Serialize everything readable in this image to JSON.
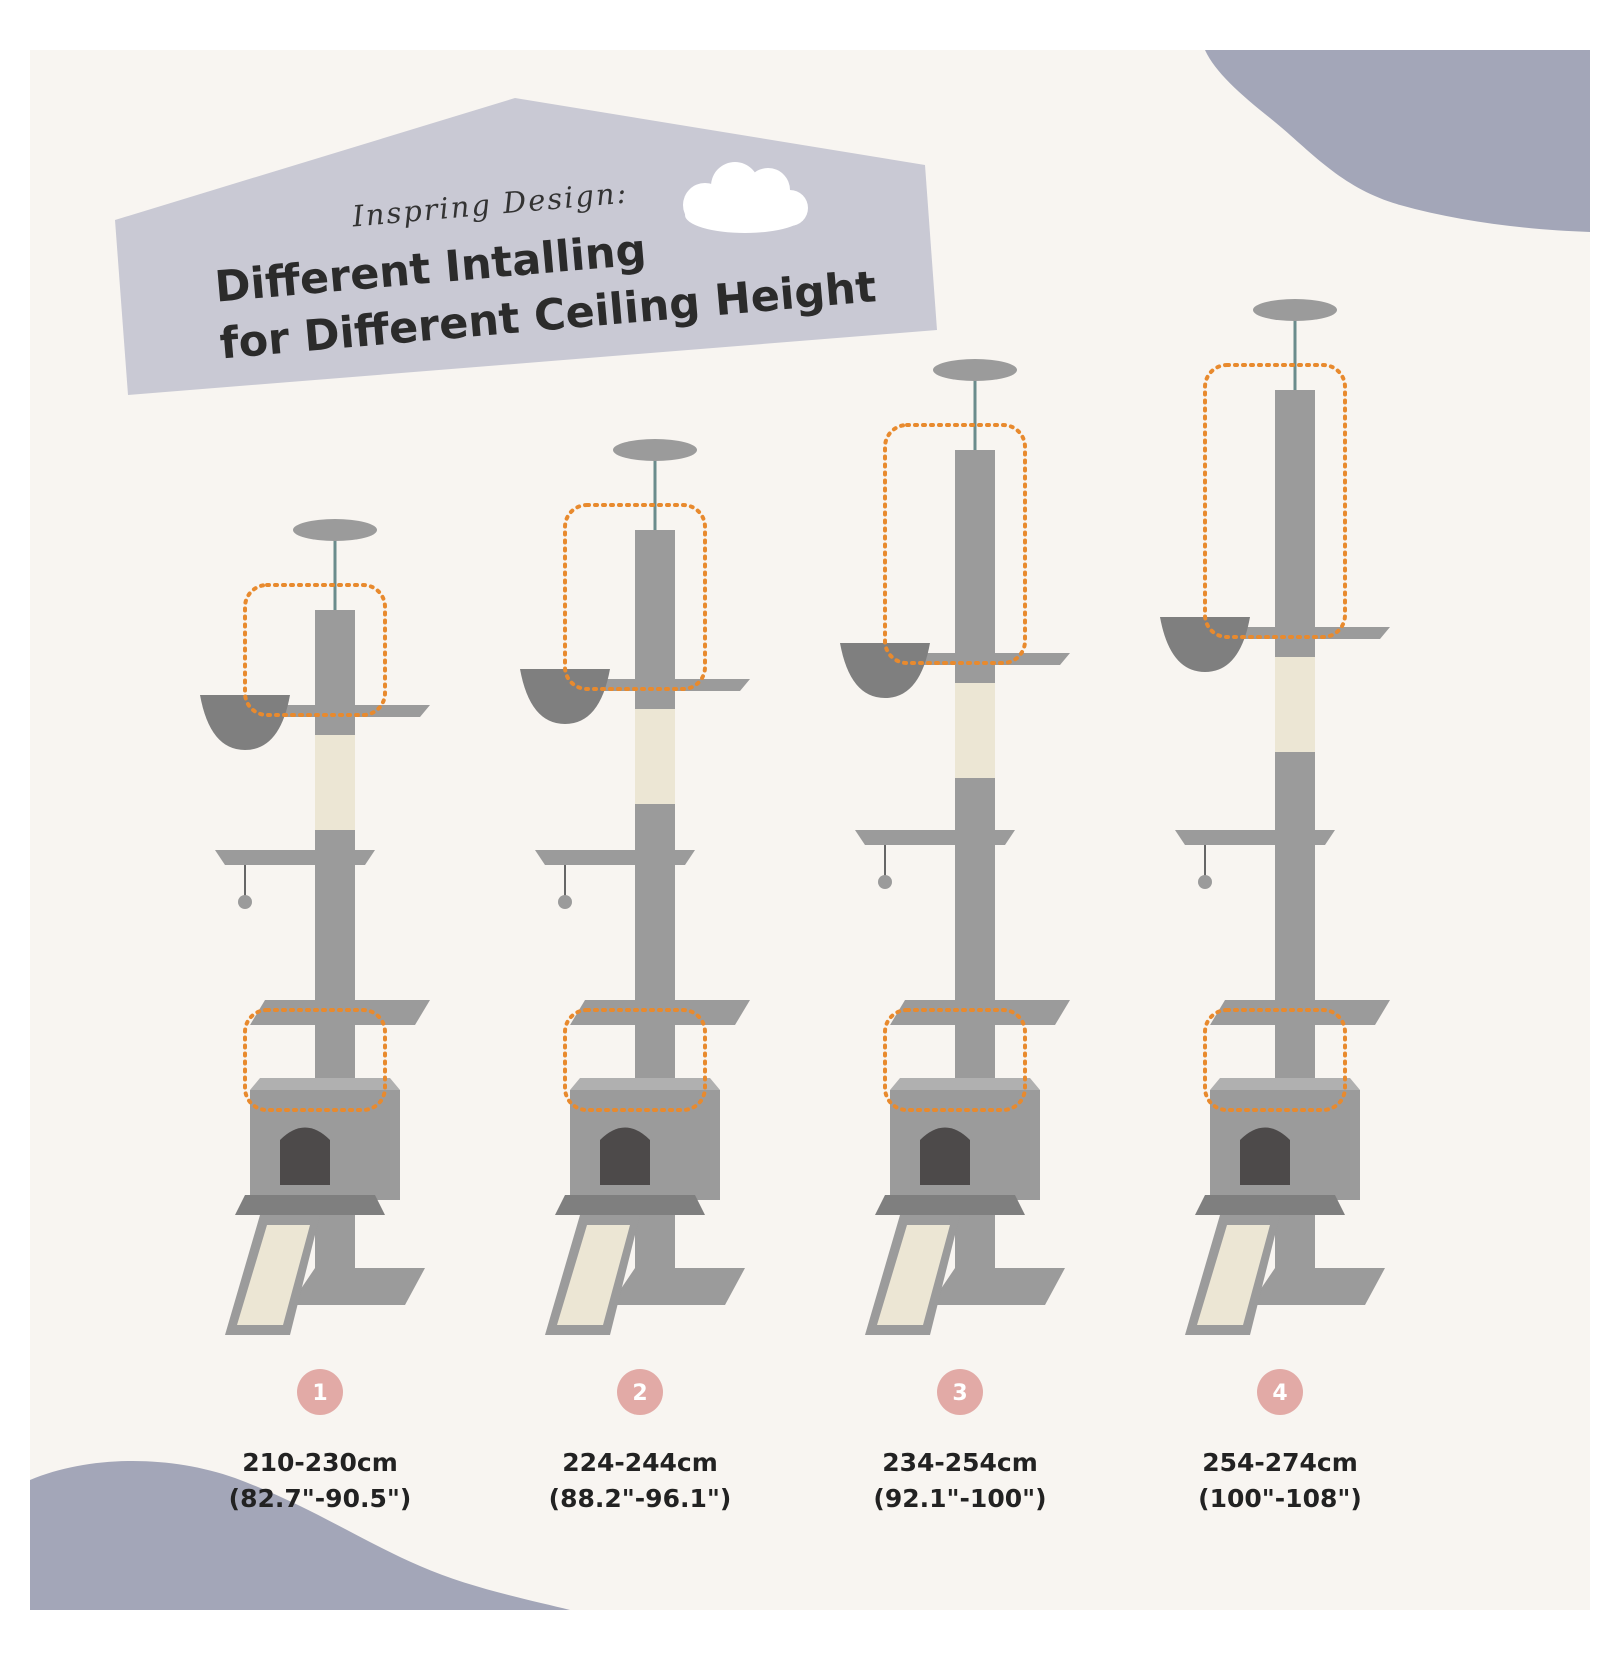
{
  "banner": {
    "tagline": "Inspring Design:",
    "headline_line1": "Different Intalling",
    "headline_line2": "for Different Ceiling Height"
  },
  "colors": {
    "background": "#f8f5f1",
    "banner": "#c9c9d4",
    "blob": "#a3a6b8",
    "post": "#9b9b9b",
    "post_dark": "#7f7f7f",
    "sisal": "#ece6d4",
    "highlight": "#e88a2e",
    "badge": "#e2aaa6"
  },
  "options": [
    {
      "number": "1",
      "height_cm": "210-230cm",
      "height_in": "(82.7\"-90.5\")",
      "extension": 0
    },
    {
      "number": "2",
      "height_cm": "224-244cm",
      "height_in": "(88.2\"-96.1\")",
      "extension": 1
    },
    {
      "number": "3",
      "height_cm": "234-254cm",
      "height_in": "(92.1\"-100\")",
      "extension": 2
    },
    {
      "number": "4",
      "height_cm": "254-274cm",
      "height_in": "(100\"-108\")",
      "extension": 3
    }
  ]
}
